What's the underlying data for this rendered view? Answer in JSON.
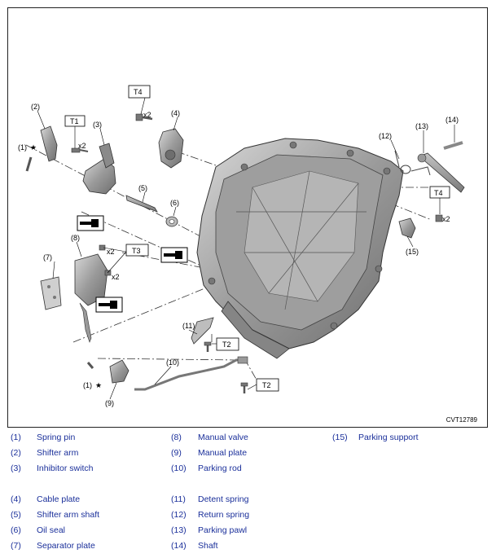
{
  "figure": {
    "code": "CVT12789",
    "callouts": [
      "(1)",
      "(2)",
      "(3)",
      "(4)",
      "(5)",
      "(6)",
      "(7)",
      "(8)",
      "(9)",
      "(10)",
      "(11)",
      "(12)",
      "(13)",
      "(14)",
      "(15)",
      "(1)"
    ],
    "torque_labels": [
      "T1",
      "T3",
      "T4",
      "T4",
      "T2",
      "T2"
    ],
    "qty_labels": [
      "x2",
      "x2",
      "x2",
      "x2",
      "x2"
    ],
    "star": "★"
  },
  "legend": [
    {
      "num": "(1)",
      "label": "Spring pin"
    },
    {
      "num": "(2)",
      "label": "Shifter arm"
    },
    {
      "num": "(3)",
      "label": "Inhibitor switch"
    },
    {
      "num": "(4)",
      "label": "Cable plate"
    },
    {
      "num": "(5)",
      "label": "Shifter arm shaft"
    },
    {
      "num": "(6)",
      "label": "Oil seal"
    },
    {
      "num": "(7)",
      "label": "Separator plate"
    },
    {
      "num": "(8)",
      "label": "Manual valve"
    },
    {
      "num": "(9)",
      "label": "Manual plate"
    },
    {
      "num": "(10)",
      "label": "Parking rod"
    },
    {
      "num": "(11)",
      "label": "Detent spring"
    },
    {
      "num": "(12)",
      "label": "Return spring"
    },
    {
      "num": "(13)",
      "label": "Parking pawl"
    },
    {
      "num": "(14)",
      "label": "Shaft"
    },
    {
      "num": "(15)",
      "label": "Parking support"
    }
  ]
}
